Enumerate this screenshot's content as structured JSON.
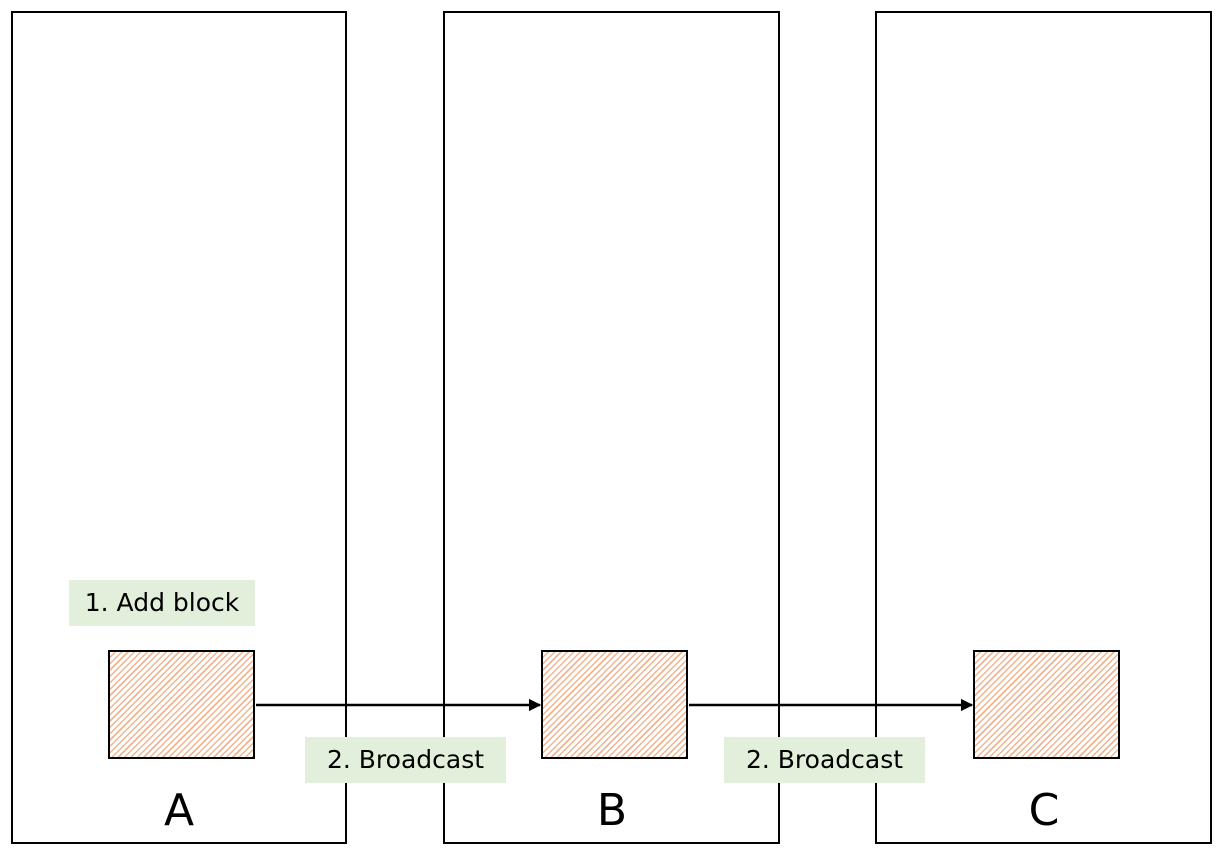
{
  "nodes": {
    "a": {
      "label": "A"
    },
    "b": {
      "label": "B"
    },
    "c": {
      "label": "C"
    }
  },
  "annotations": {
    "add_block": "1. Add block",
    "broadcast_1": "2. Broadcast",
    "broadcast_2": "2. Broadcast"
  },
  "colors": {
    "block_hatch": "#f2b48e",
    "annotation_bg": "#e2efda",
    "stroke": "#000000"
  }
}
